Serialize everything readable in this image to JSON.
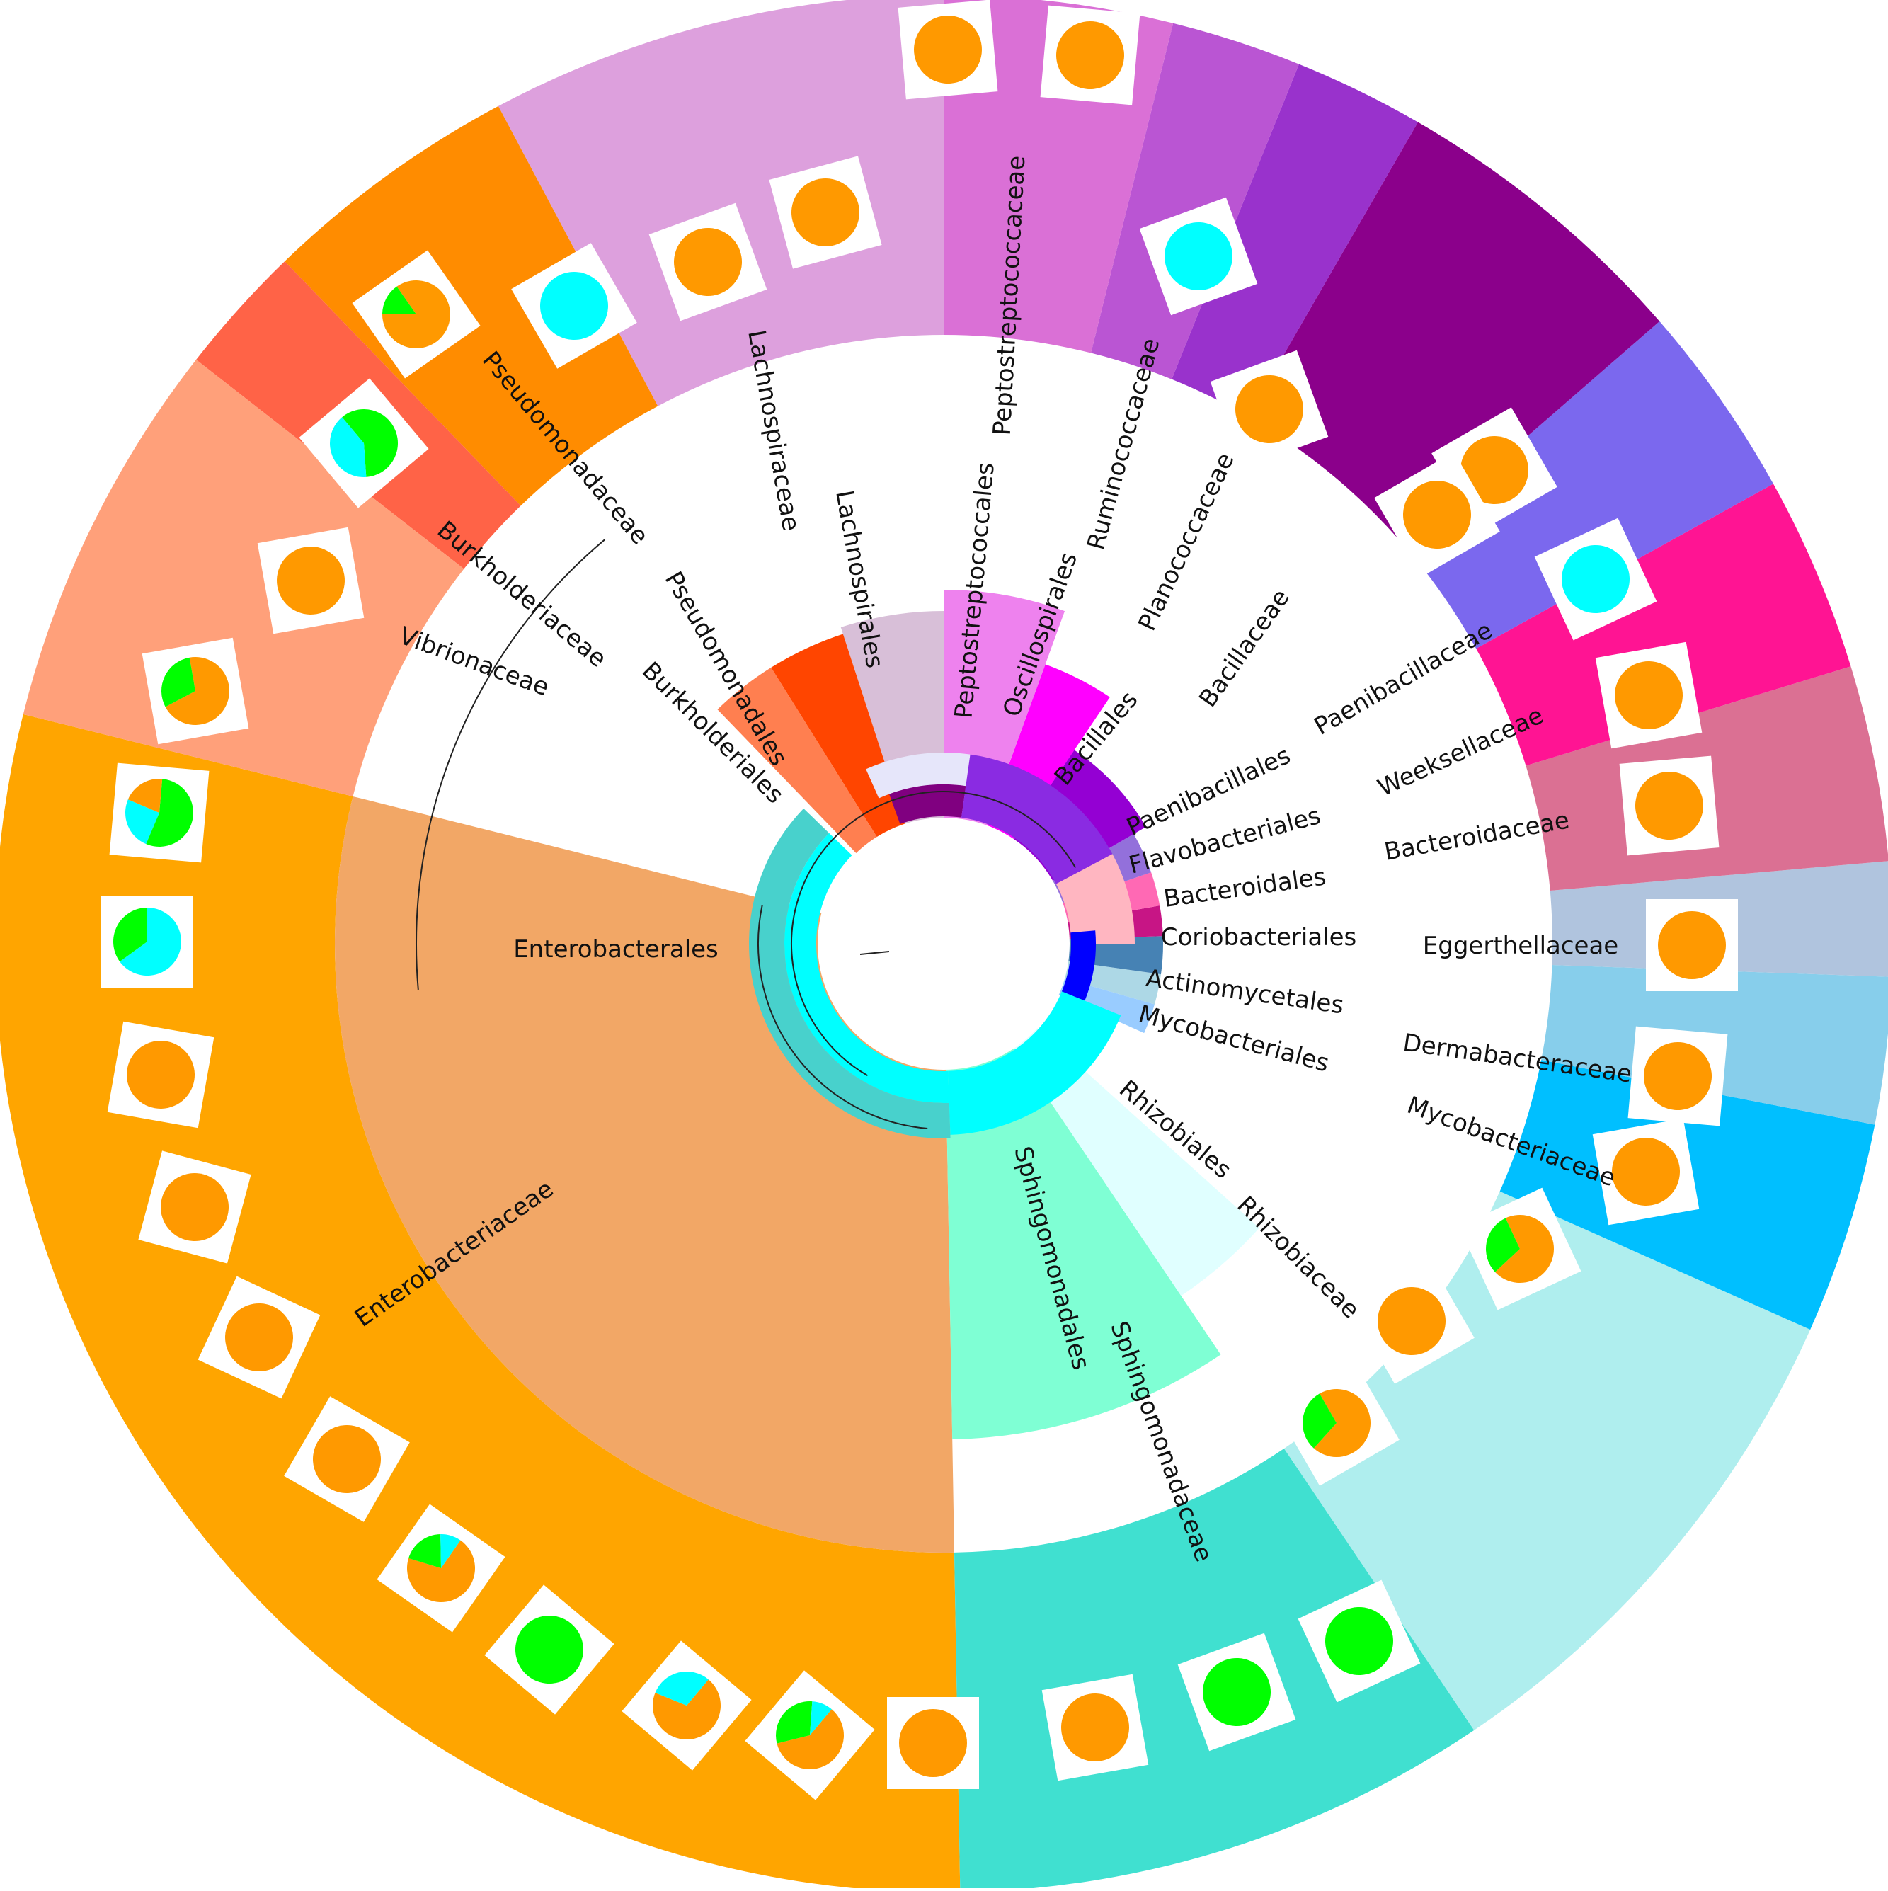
{
  "tree": {
    "orders": [
      {
        "name": "Enterobacterales",
        "color": "#f2a766",
        "group": "Enterobacterales"
      },
      {
        "name": "Sphingomonadales",
        "color": "#7fffd4",
        "group": "Sphingomonadales"
      },
      {
        "name": "Rhizobiales",
        "color": "#e0ffff",
        "group": "Rhizobiales"
      },
      {
        "name": "Mycobacteriales",
        "color": "#99ccff",
        "group": "Mycobacteriales"
      },
      {
        "name": "Actinomycetales",
        "color": "#add8e6",
        "group": "Actinomycetales"
      },
      {
        "name": "Coriobacteriales",
        "color": "#4682b4",
        "group": "Coriobacteriales"
      },
      {
        "name": "Bacteroidales",
        "color": "#c71585",
        "group": "Bacteroidales"
      },
      {
        "name": "Flavobacteriales",
        "color": "#ff69b4",
        "group": "Flavobacteriales"
      },
      {
        "name": "Paenibacillales",
        "color": "#9370db",
        "group": "Paenibacillales"
      },
      {
        "name": "Bacillales",
        "color": "#9400d3",
        "group": "Bacillales"
      },
      {
        "name": "Oscillospirales",
        "color": "#ff00ff",
        "group": "Oscillospirales"
      },
      {
        "name": "Peptostreptococcales",
        "color": "#ee82ee",
        "group": "Peptostreptococcales"
      },
      {
        "name": "Lachnospirales",
        "color": "#d8bfd8",
        "group": "Lachnospirales"
      },
      {
        "name": "Pseudomonadales",
        "color": "#ff4500",
        "group": "Pseudomonadales"
      },
      {
        "name": "Burkholderiales",
        "color": "#ff7f50",
        "group": "Burkholderiales"
      }
    ],
    "families": [
      {
        "name": "Enterobacteriaceae",
        "color": "#ffa500"
      },
      {
        "name": "Sphingomonadaceae",
        "color": "#40e0d0"
      },
      {
        "name": "Rhizobiaceae",
        "color": "#afeeee"
      },
      {
        "name": "Mycobacteriaceae",
        "color": "#00bfff"
      },
      {
        "name": "Dermabacteraceae",
        "color": "#87ceeb"
      },
      {
        "name": "Eggerthellaceae",
        "color": "#b0c4de"
      },
      {
        "name": "Bacteroidaceae",
        "color": "#db7093"
      },
      {
        "name": "Weeksellaceae",
        "color": "#ff1493"
      },
      {
        "name": "Paenibacillaceae",
        "color": "#7b68ee"
      },
      {
        "name": "Bacillaceae",
        "color": "#8b008b"
      },
      {
        "name": "Planococcaceae",
        "color": "#9932cc"
      },
      {
        "name": "Ruminococcaceae",
        "color": "#ba55d3"
      },
      {
        "name": "Peptostreptococcaceae",
        "color": "#da70d6"
      },
      {
        "name": "Lachnospiraceae",
        "color": "#dda0dd"
      },
      {
        "name": "Pseudomonadaceae",
        "color": "#ff8c00"
      },
      {
        "name": "Burkholderiaceae",
        "color": "#ff6347"
      },
      {
        "name": "Vibrionaceae",
        "color": "#ffa07a"
      }
    ],
    "pie_colors": {
      "orange": "#ff9900",
      "green": "#00ff00",
      "cyan": "#00ffff"
    }
  }
}
